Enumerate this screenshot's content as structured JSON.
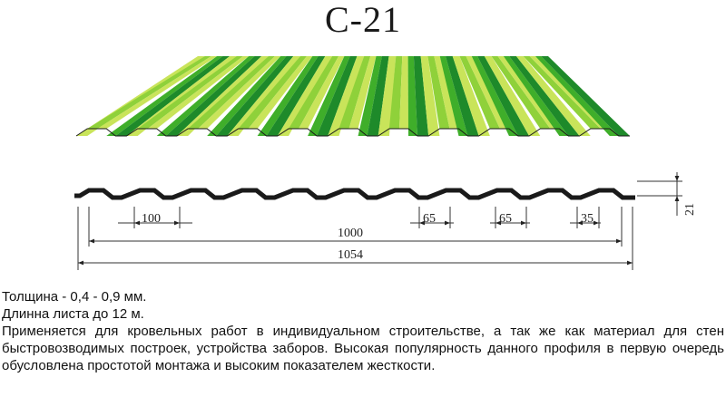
{
  "title": "С-21",
  "colors": {
    "green_dark": "#1e8a2a",
    "green_mid": "#3fae2a",
    "green_light": "#8fd13a",
    "yellow_green": "#c9e45a",
    "profile_line": "#1a1a1a"
  },
  "dimensions": {
    "crest_width": "100",
    "total_useful": "1000",
    "total_full": "1054",
    "top_width_1": "65",
    "top_width_2": "65",
    "edge_width": "35",
    "height": "21"
  },
  "specs": {
    "thickness": "Толщина - 0,4 - 0,9 мм.",
    "length": "Длинна листа до 12 м."
  },
  "description": "Применяется для кровельных работ в индивидуальном строительстве, а так же как материал для стен быстровозводимых построек, устройства заборов. Высокая популярность данного профиля в первую очередь обусловлена простотой монтажа и высоким показателем жесткости."
}
